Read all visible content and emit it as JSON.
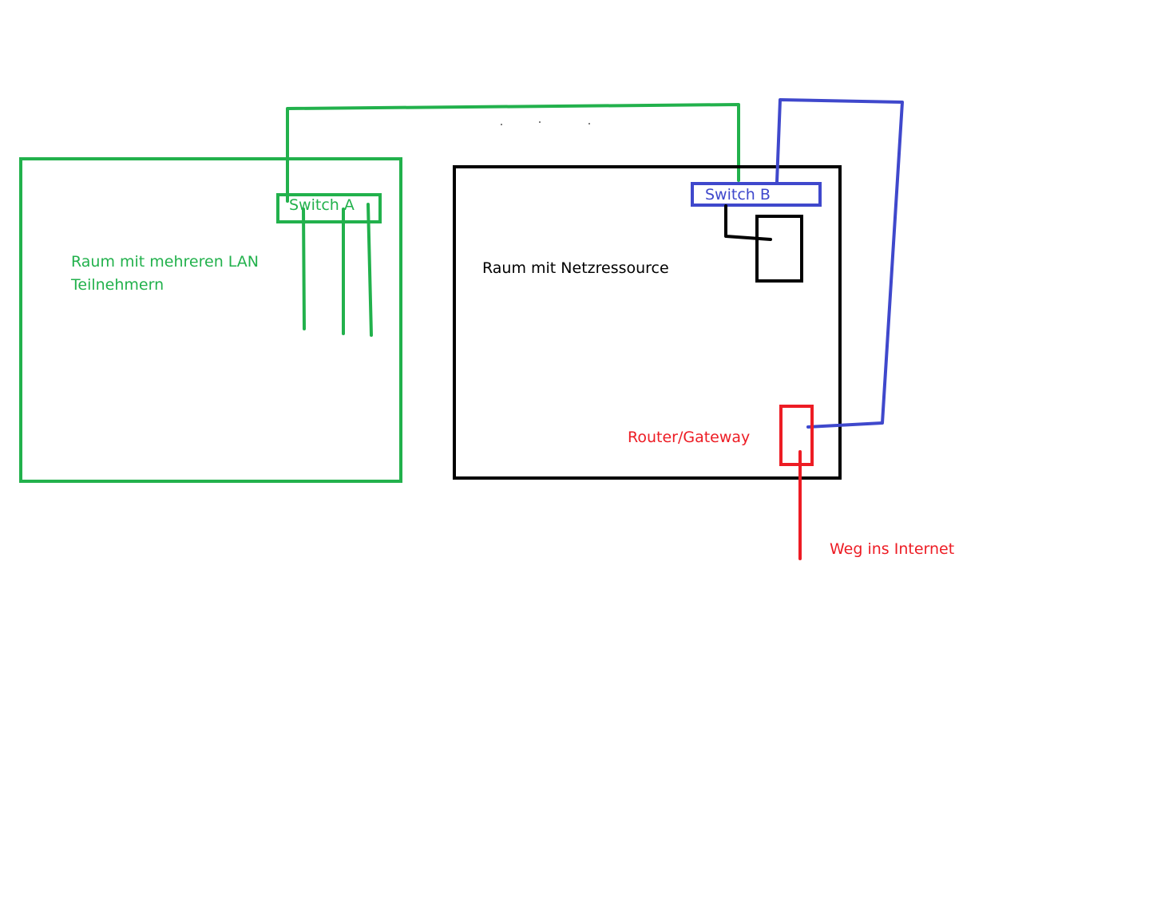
{
  "colors": {
    "green": "#22b14c",
    "blue": "#3f48cc",
    "black": "#000000",
    "red": "#ed1c24",
    "background": "#ffffff"
  },
  "labels": {
    "room_left_line1": "Raum mit mehreren LAN",
    "room_left_line2": "Teilnehmern",
    "switch_a": "Switch A",
    "switch_b": "Switch B",
    "room_right": "Raum mit Netzressource",
    "router": "Router/Gateway",
    "internet": "Weg ins Internet"
  }
}
